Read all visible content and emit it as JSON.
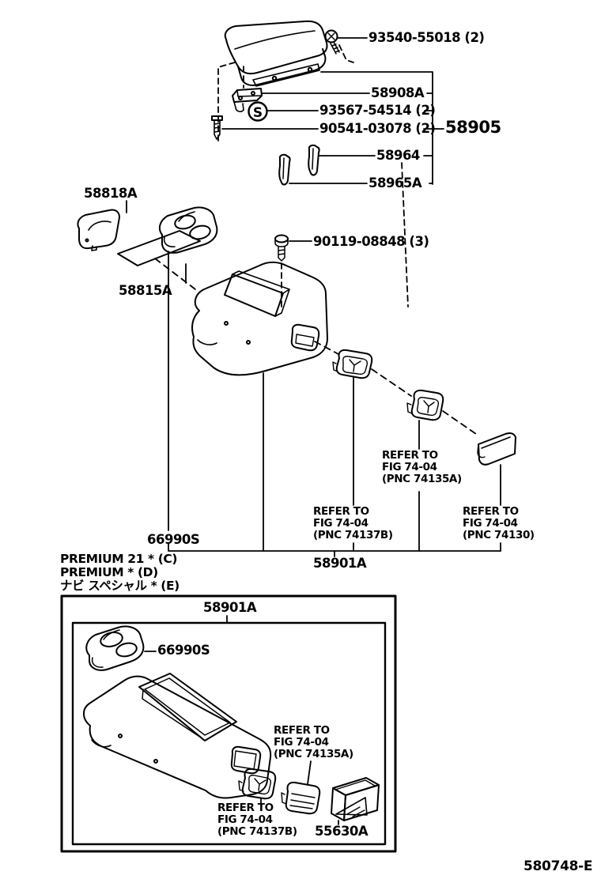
{
  "figure": {
    "code": "580748-E"
  },
  "symbols": {
    "s_marker": "S"
  },
  "callouts": {
    "screw_93540": "93540-55018 (2)",
    "hinge_58908a": "58908A",
    "screw_93567": "93567-54514 (2)",
    "bolt_90541": "90541-03078 (2)",
    "armrest_assy_58905": "58905",
    "stopper_58964": "58964",
    "stopper_58965a": "58965A",
    "mask_58818a": "58818A",
    "pad_58815a": "58815A",
    "bolt_90119": "90119-08848 (3)",
    "cup_holder_66990s": "66990S",
    "console_box_58901a": "58901A",
    "ashtray_55630a": "55630A"
  },
  "refer_notes": {
    "refer_to": "REFER TO",
    "fig_74_04": "FIG 74-04",
    "pnc_74135a": "(PNC 74135A)",
    "pnc_74137b": "(PNC 74137B)",
    "pnc_74130": "(PNC 74130)"
  },
  "variant_header": {
    "line1": "PREMIUM 21 * (C)",
    "line2": "PREMIUM * (D)",
    "line3": "ナビ スペシャル * (E)"
  }
}
